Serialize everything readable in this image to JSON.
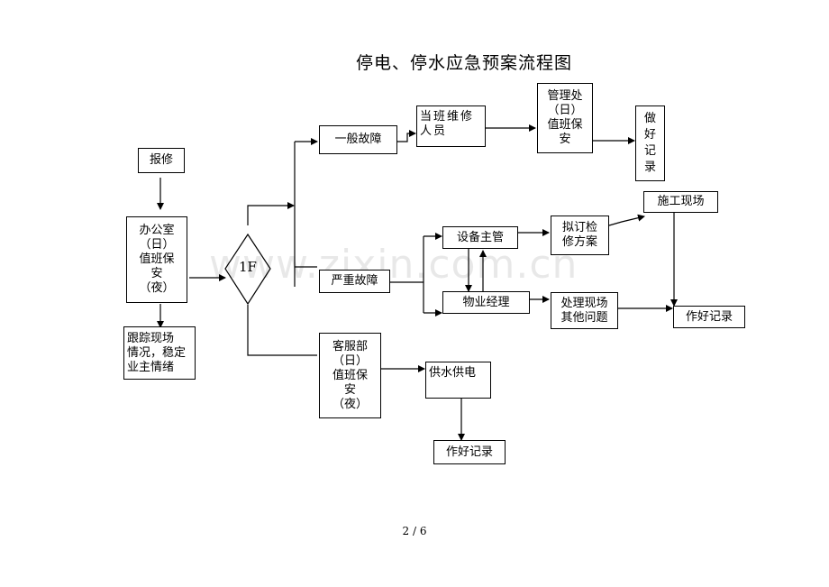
{
  "title": "停电、停水应急预案流程图",
  "watermark": "www.zixin.com.cn",
  "nodes": {
    "report": "报修",
    "office": "办公室\n（日）\n值班保\n安\n（夜）",
    "track": "跟踪现场\n情况，稳定\n业主情绪",
    "decision": "1F",
    "general_fault": "一般故障",
    "duty_repair": "当班维修\n人员",
    "management": "管理处\n（日）\n值班保\n安",
    "record_top": "做\n好\n记\n录",
    "serious_fault": "严重故障",
    "equipment_head": "设备主管",
    "property_manager": "物业经理",
    "draft_plan": "拟订检\n修方案",
    "construction": "施工现场",
    "handle_other": "处理现场\n其他问题",
    "record_mid": "作好记录",
    "customer_service": "客服部\n（日）\n值班保\n安\n（夜）",
    "water_power": "供水供电",
    "record_bottom": "作好记录"
  },
  "page_number": "2 / 6"
}
